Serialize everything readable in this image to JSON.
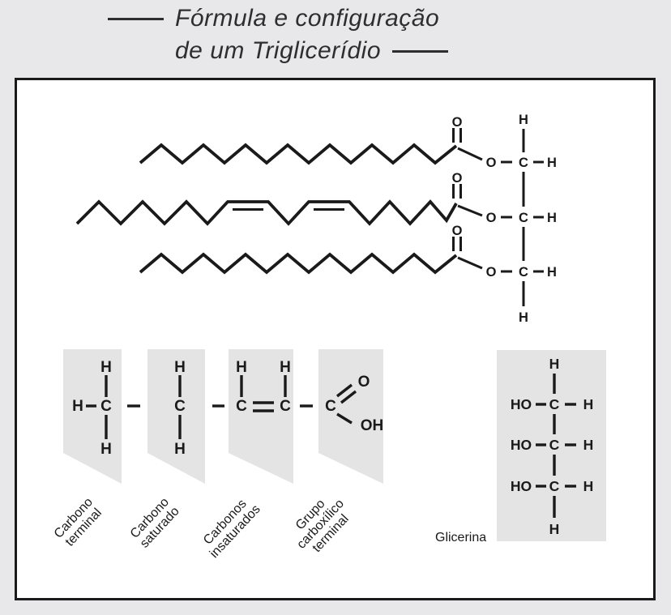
{
  "title": {
    "line1": "Fórmula e configuração",
    "line2": "de um Triglicerídio"
  },
  "colors": {
    "page_bg": "#e8e8ea",
    "box_bg": "#ffffff",
    "box_border": "#1a1a1a",
    "bond": "#1a1a1a",
    "panel_bg": "#e4e4e4",
    "title_text": "#2e2e2e"
  },
  "triglyceride": {
    "chains": [
      {
        "position": "top",
        "type": "saturated",
        "double_bonds": 0
      },
      {
        "position": "middle",
        "type": "unsaturated",
        "double_bonds": 2
      },
      {
        "position": "bottom",
        "type": "saturated",
        "double_bonds": 0
      }
    ],
    "esters": [
      {
        "carbonyl_o": "O",
        "ester_o": "O",
        "c": "C",
        "h": "H"
      },
      {
        "carbonyl_o": "O",
        "ester_o": "O",
        "c": "C",
        "h": "H"
      },
      {
        "carbonyl_o": "O",
        "ester_o": "O",
        "c": "C",
        "h": "H"
      }
    ],
    "backbone_top_h": "H",
    "backbone_bottom_h": "H"
  },
  "legend": {
    "panels": [
      {
        "label_lines": [
          "Carbono",
          "terminal"
        ],
        "atoms": {
          "top_h": "H",
          "left_h": "H",
          "c": "C",
          "bottom_h": "H"
        }
      },
      {
        "label_lines": [
          "Carbono",
          "saturado"
        ],
        "atoms": {
          "top_h": "H",
          "c": "C",
          "bottom_h": "H"
        }
      },
      {
        "label_lines": [
          "Carbonos",
          "insaturados"
        ],
        "atoms": {
          "left_h": "H",
          "right_h": "H",
          "c_left": "C",
          "c_right": "C"
        }
      },
      {
        "label_lines": [
          "Grupo",
          "carboxílico",
          "terminal"
        ],
        "atoms": {
          "c": "C",
          "o": "O",
          "oh": "OH"
        }
      }
    ]
  },
  "glycerin": {
    "label": "Glicerina",
    "top_h": "H",
    "bottom_h": "H",
    "rows": [
      {
        "ho": "HO",
        "c": "C",
        "h": "H"
      },
      {
        "ho": "HO",
        "c": "C",
        "h": "H"
      },
      {
        "ho": "HO",
        "c": "C",
        "h": "H"
      }
    ]
  }
}
